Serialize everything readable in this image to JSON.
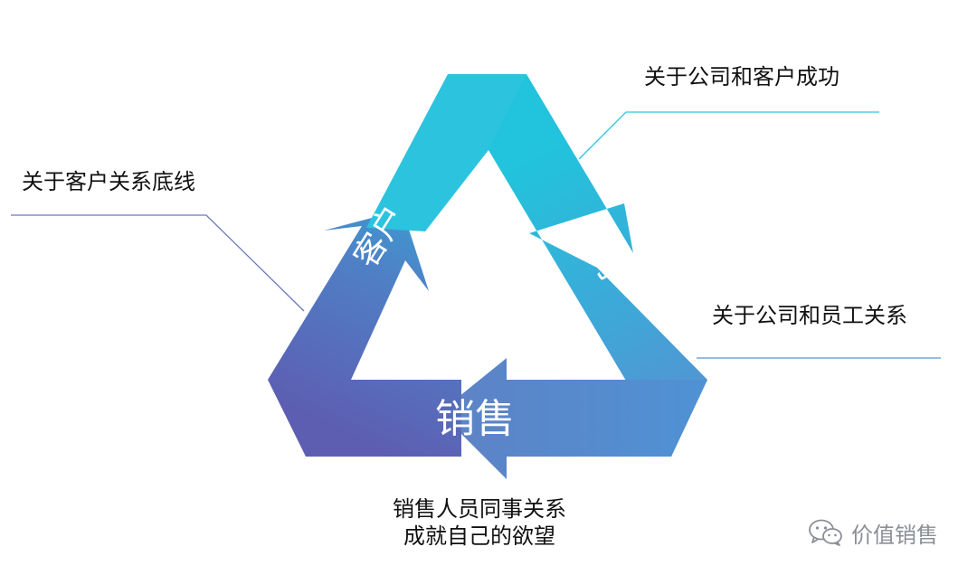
{
  "labels": {
    "customer_relationship": "关于客户关系底线",
    "company_customer_success": "关于公司和客户成功",
    "company_employee_relationship": "关于公司和员工关系",
    "sales_colleague_line1": "销售人员同事关系",
    "sales_colleague_line2": "成就自己的欲望"
  },
  "arms": {
    "left": "客户",
    "right": "公司",
    "bottom": "销售"
  },
  "watermark": {
    "icon": "wechat-icon",
    "text": "价值销售"
  },
  "colors": {
    "cyan": "#22c3dc",
    "blue": "#4f8fd0",
    "purple": "#5d62b4",
    "leader_left": "#6b7ab8",
    "leader_cyan": "#2ec6de",
    "leader_blue": "#5b94d2"
  }
}
